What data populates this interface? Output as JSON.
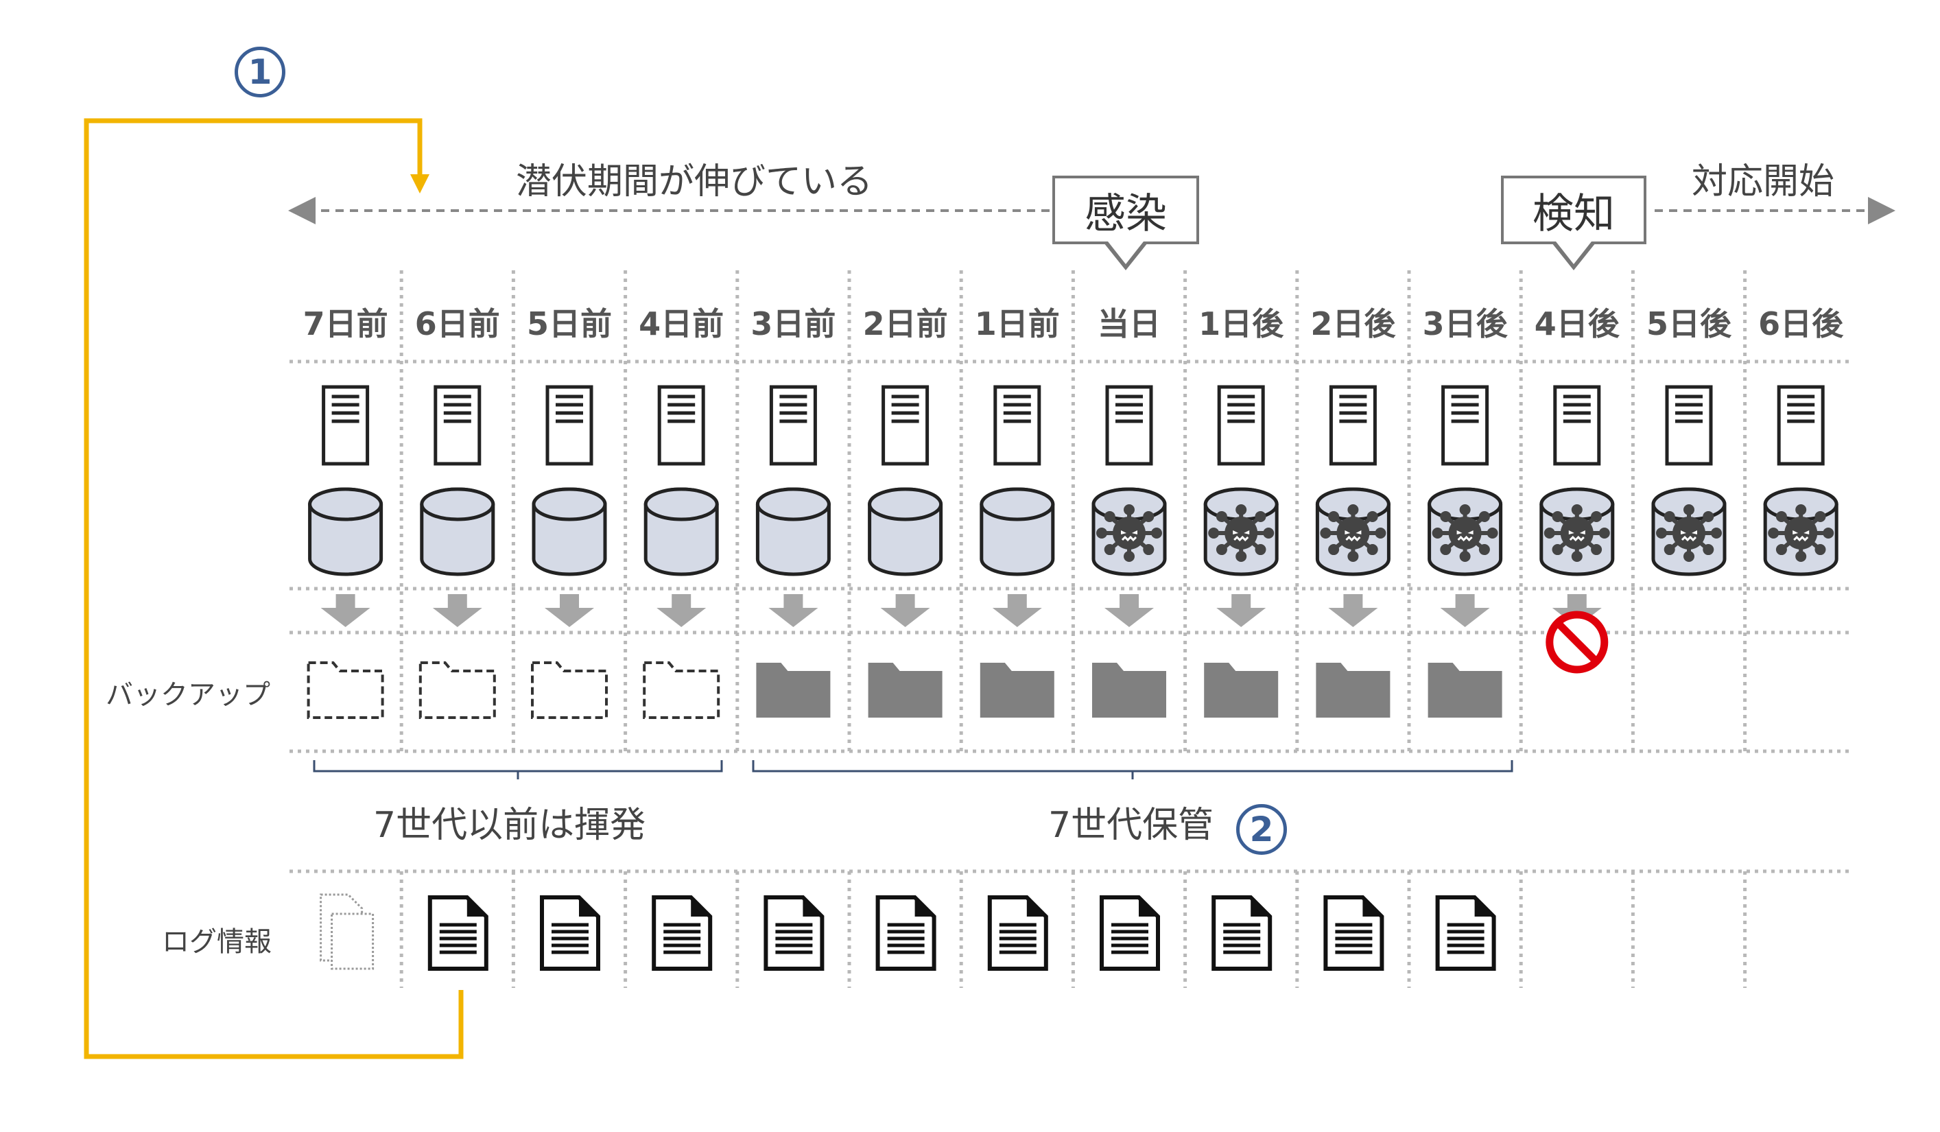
{
  "markers": {
    "one": "1",
    "two": "2"
  },
  "timeline": {
    "latent_label": "潜伏期間が伸びている",
    "response_label": "対応開始",
    "infection_label": "感染",
    "detection_label": "検知"
  },
  "days": [
    "7日前",
    "6日前",
    "5日前",
    "4日前",
    "3日前",
    "2日前",
    "1日前",
    "当日",
    "1日後",
    "2日後",
    "3日後",
    "4日後",
    "5日後",
    "6日後"
  ],
  "row_labels": {
    "backup": "バックアップ",
    "log": "ログ情報"
  },
  "groups": {
    "volatile": "7世代以前は揮発",
    "kept": "7世代保管"
  },
  "days_state": {
    "storage": [
      "clean",
      "clean",
      "clean",
      "clean",
      "clean",
      "clean",
      "clean",
      "infected",
      "infected",
      "infected",
      "infected",
      "infected",
      "infected",
      "infected"
    ],
    "arrow": [
      "yes",
      "yes",
      "yes",
      "yes",
      "yes",
      "yes",
      "yes",
      "yes",
      "yes",
      "yes",
      "yes",
      "blocked",
      "none",
      "none"
    ],
    "backup": [
      "expired",
      "expired",
      "expired",
      "expired",
      "kept",
      "kept",
      "kept",
      "kept",
      "kept",
      "kept",
      "kept",
      "stopped",
      "none",
      "none"
    ],
    "log": [
      "faded",
      "kept",
      "kept",
      "kept",
      "kept",
      "kept",
      "kept",
      "kept",
      "kept",
      "kept",
      "kept",
      "none",
      "none",
      "none"
    ]
  },
  "colors": {
    "accent_loop": "#f2b400",
    "marker": "#3b5f96",
    "blocked": "#e0000b",
    "virus": "#444444",
    "storage_fill": "#d5dae6"
  }
}
